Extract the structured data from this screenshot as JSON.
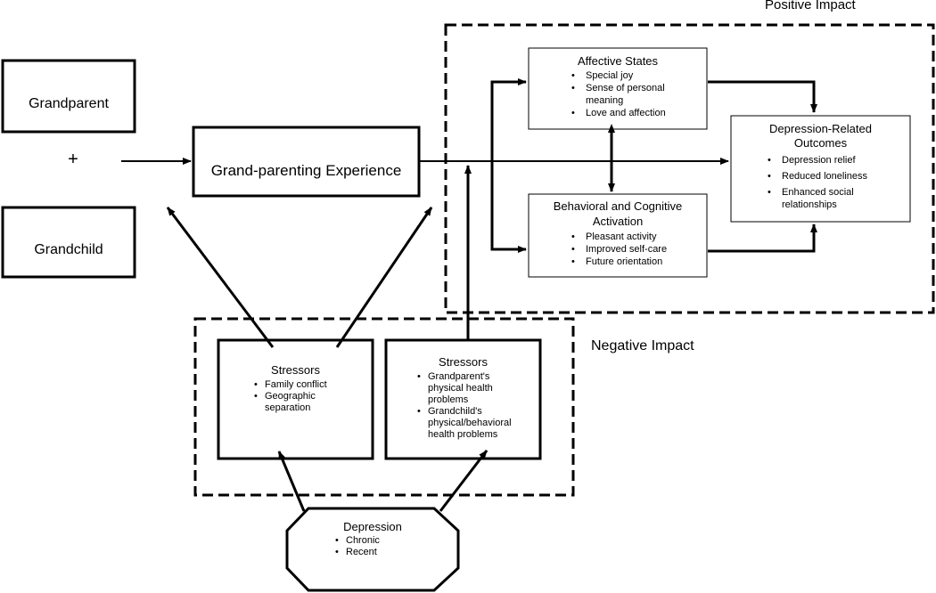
{
  "labels": {
    "positive_impact": "Positive Impact",
    "negative_impact": "Negative Impact",
    "plus": "+"
  },
  "grandparent": {
    "title": "Grandparent"
  },
  "grandchild": {
    "title": "Grandchild"
  },
  "experience": {
    "title": "Grand-parenting Experience"
  },
  "affective": {
    "title": "Affective States",
    "items": [
      "Special joy",
      "Sense of personal meaning",
      "Love and affection"
    ]
  },
  "behavioral": {
    "title_line1": "Behavioral and Cognitive",
    "title_line2": "Activation",
    "items": [
      "Pleasant activity",
      "Improved self-care",
      "Future orientation"
    ]
  },
  "outcomes": {
    "title_line1": "Depression-Related",
    "title_line2": "Outcomes",
    "items": [
      "Depression relief",
      "Reduced loneliness",
      "Enhanced social relationships"
    ]
  },
  "stressors_left": {
    "title": "Stressors",
    "items": [
      "Family conflict",
      "Geographic separation"
    ]
  },
  "stressors_right": {
    "title": "Stressors",
    "items": [
      "Grandparent's physical health problems",
      "Grandchild's physical/behavioral health problems"
    ]
  },
  "depression": {
    "title": "Depression",
    "items": [
      "Chronic",
      "Recent"
    ]
  }
}
